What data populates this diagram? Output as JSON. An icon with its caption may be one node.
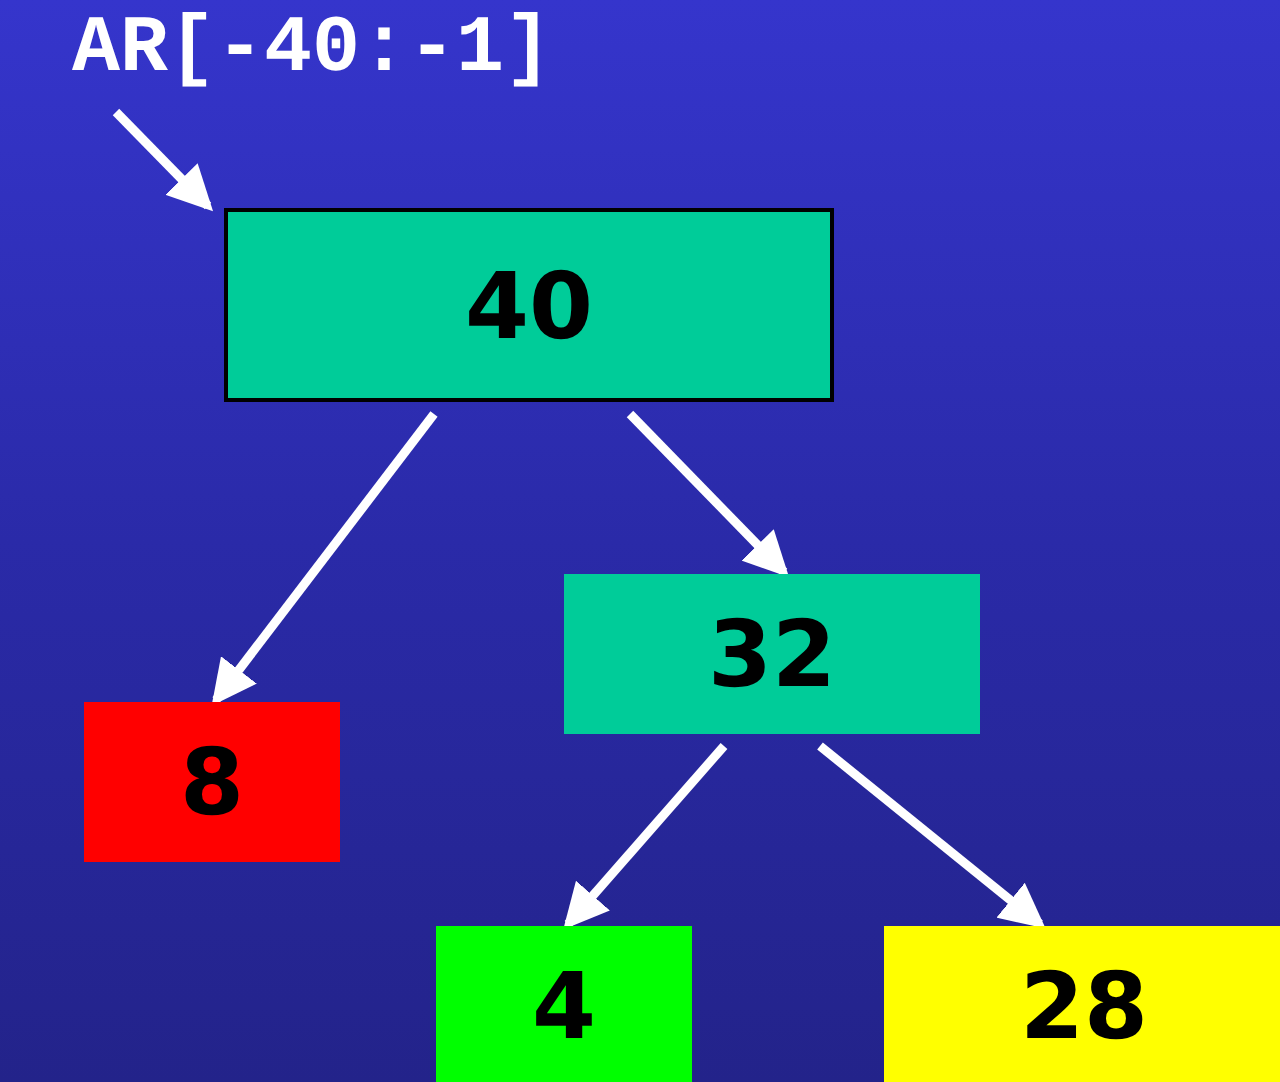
{
  "diagram": {
    "nodes": [
      {
        "text": [
          "AR[-40:-1]"
        ]
      },
      {
        "text": [
          "40"
        ]
      },
      {
        "text": [
          "32"
        ]
      },
      {
        "text": [
          "8"
        ]
      },
      {
        "text": [
          "4"
        ]
      },
      {
        "text": [
          "28"
        ]
      }
    ],
    "edges": [
      {
        "from": 0,
        "to": 1,
        "arrow": "to"
      },
      {
        "from": 1,
        "to": 3,
        "arrow": "to"
      },
      {
        "from": 1,
        "to": 2,
        "arrow": "to"
      },
      {
        "from": 2,
        "to": 4,
        "arrow": "to"
      },
      {
        "from": 2,
        "to": 5,
        "arrow": "to"
      }
    ]
  }
}
